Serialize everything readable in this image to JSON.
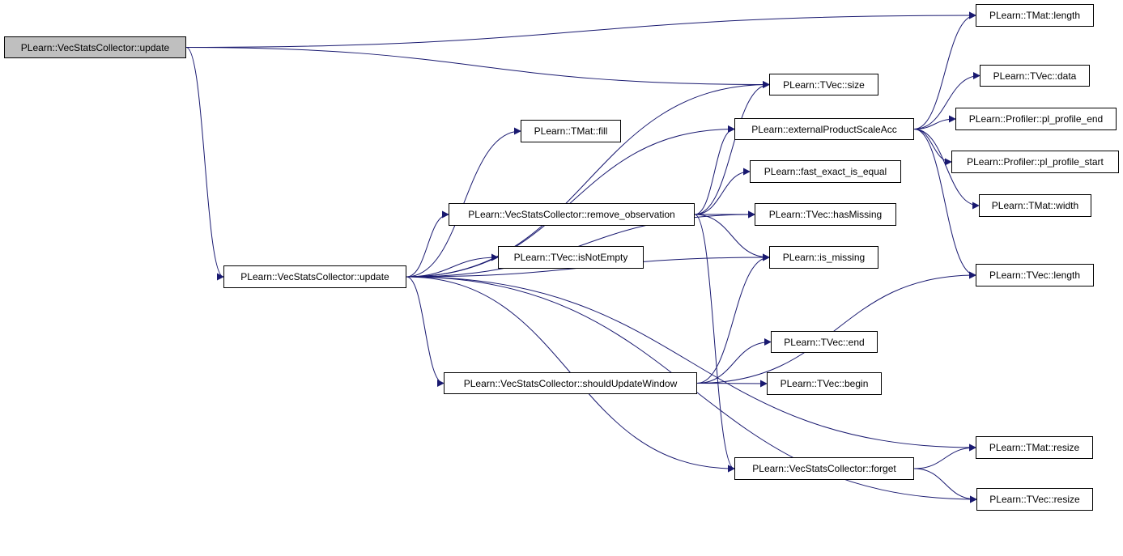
{
  "diagram": {
    "edge_color": "#191970",
    "root_fill": "#bfbfbf",
    "nodes": [
      {
        "id": "root",
        "label": "PLearn::VecStatsCollector::update"
      },
      {
        "id": "tmat_length",
        "label": "PLearn::TMat::length"
      },
      {
        "id": "tvec_size",
        "label": "PLearn::TVec::size"
      },
      {
        "id": "tvec_data",
        "label": "PLearn::TVec::data"
      },
      {
        "id": "external_product",
        "label": "PLearn::externalProductScaleAcc"
      },
      {
        "id": "profile_end",
        "label": "PLearn::Profiler::pl_profile_end"
      },
      {
        "id": "tmat_fill",
        "label": "PLearn::TMat::fill"
      },
      {
        "id": "profile_start",
        "label": "PLearn::Profiler::pl_profile_start"
      },
      {
        "id": "fast_exact",
        "label": "PLearn::fast_exact_is_equal"
      },
      {
        "id": "tmat_width",
        "label": "PLearn::TMat::width"
      },
      {
        "id": "remove_obs",
        "label": "PLearn::VecStatsCollector::remove_observation"
      },
      {
        "id": "has_missing",
        "label": "PLearn::TVec::hasMissing"
      },
      {
        "id": "is_not_empty",
        "label": "PLearn::TVec::isNotEmpty"
      },
      {
        "id": "is_missing",
        "label": "PLearn::is_missing"
      },
      {
        "id": "update2",
        "label": "PLearn::VecStatsCollector::update"
      },
      {
        "id": "tvec_length",
        "label": "PLearn::TVec::length"
      },
      {
        "id": "tvec_end",
        "label": "PLearn::TVec::end"
      },
      {
        "id": "should_update",
        "label": "PLearn::VecStatsCollector::shouldUpdateWindow"
      },
      {
        "id": "tvec_begin",
        "label": "PLearn::TVec::begin"
      },
      {
        "id": "tmat_resize",
        "label": "PLearn::TMat::resize"
      },
      {
        "id": "forget",
        "label": "PLearn::VecStatsCollector::forget"
      },
      {
        "id": "tvec_resize",
        "label": "PLearn::TVec::resize"
      }
    ],
    "edges": [
      [
        "root",
        "tmat_length"
      ],
      [
        "root",
        "tvec_size"
      ],
      [
        "root",
        "update2"
      ],
      [
        "update2",
        "tmat_fill"
      ],
      [
        "update2",
        "external_product"
      ],
      [
        "update2",
        "tvec_size"
      ],
      [
        "update2",
        "remove_obs"
      ],
      [
        "update2",
        "is_not_empty"
      ],
      [
        "update2",
        "has_missing"
      ],
      [
        "update2",
        "is_missing"
      ],
      [
        "update2",
        "should_update"
      ],
      [
        "update2",
        "tmat_resize"
      ],
      [
        "update2",
        "forget"
      ],
      [
        "update2",
        "tvec_resize"
      ],
      [
        "external_product",
        "tmat_length"
      ],
      [
        "external_product",
        "tvec_data"
      ],
      [
        "external_product",
        "profile_end"
      ],
      [
        "external_product",
        "profile_start"
      ],
      [
        "external_product",
        "tmat_width"
      ],
      [
        "external_product",
        "tvec_length"
      ],
      [
        "remove_obs",
        "tvec_size"
      ],
      [
        "remove_obs",
        "external_product"
      ],
      [
        "remove_obs",
        "fast_exact"
      ],
      [
        "remove_obs",
        "has_missing"
      ],
      [
        "remove_obs",
        "is_missing"
      ],
      [
        "remove_obs",
        "forget"
      ],
      [
        "should_update",
        "tvec_length"
      ],
      [
        "should_update",
        "tvec_end"
      ],
      [
        "should_update",
        "tvec_begin"
      ],
      [
        "should_update",
        "is_missing"
      ],
      [
        "forget",
        "tmat_resize"
      ],
      [
        "forget",
        "tvec_resize"
      ]
    ]
  }
}
